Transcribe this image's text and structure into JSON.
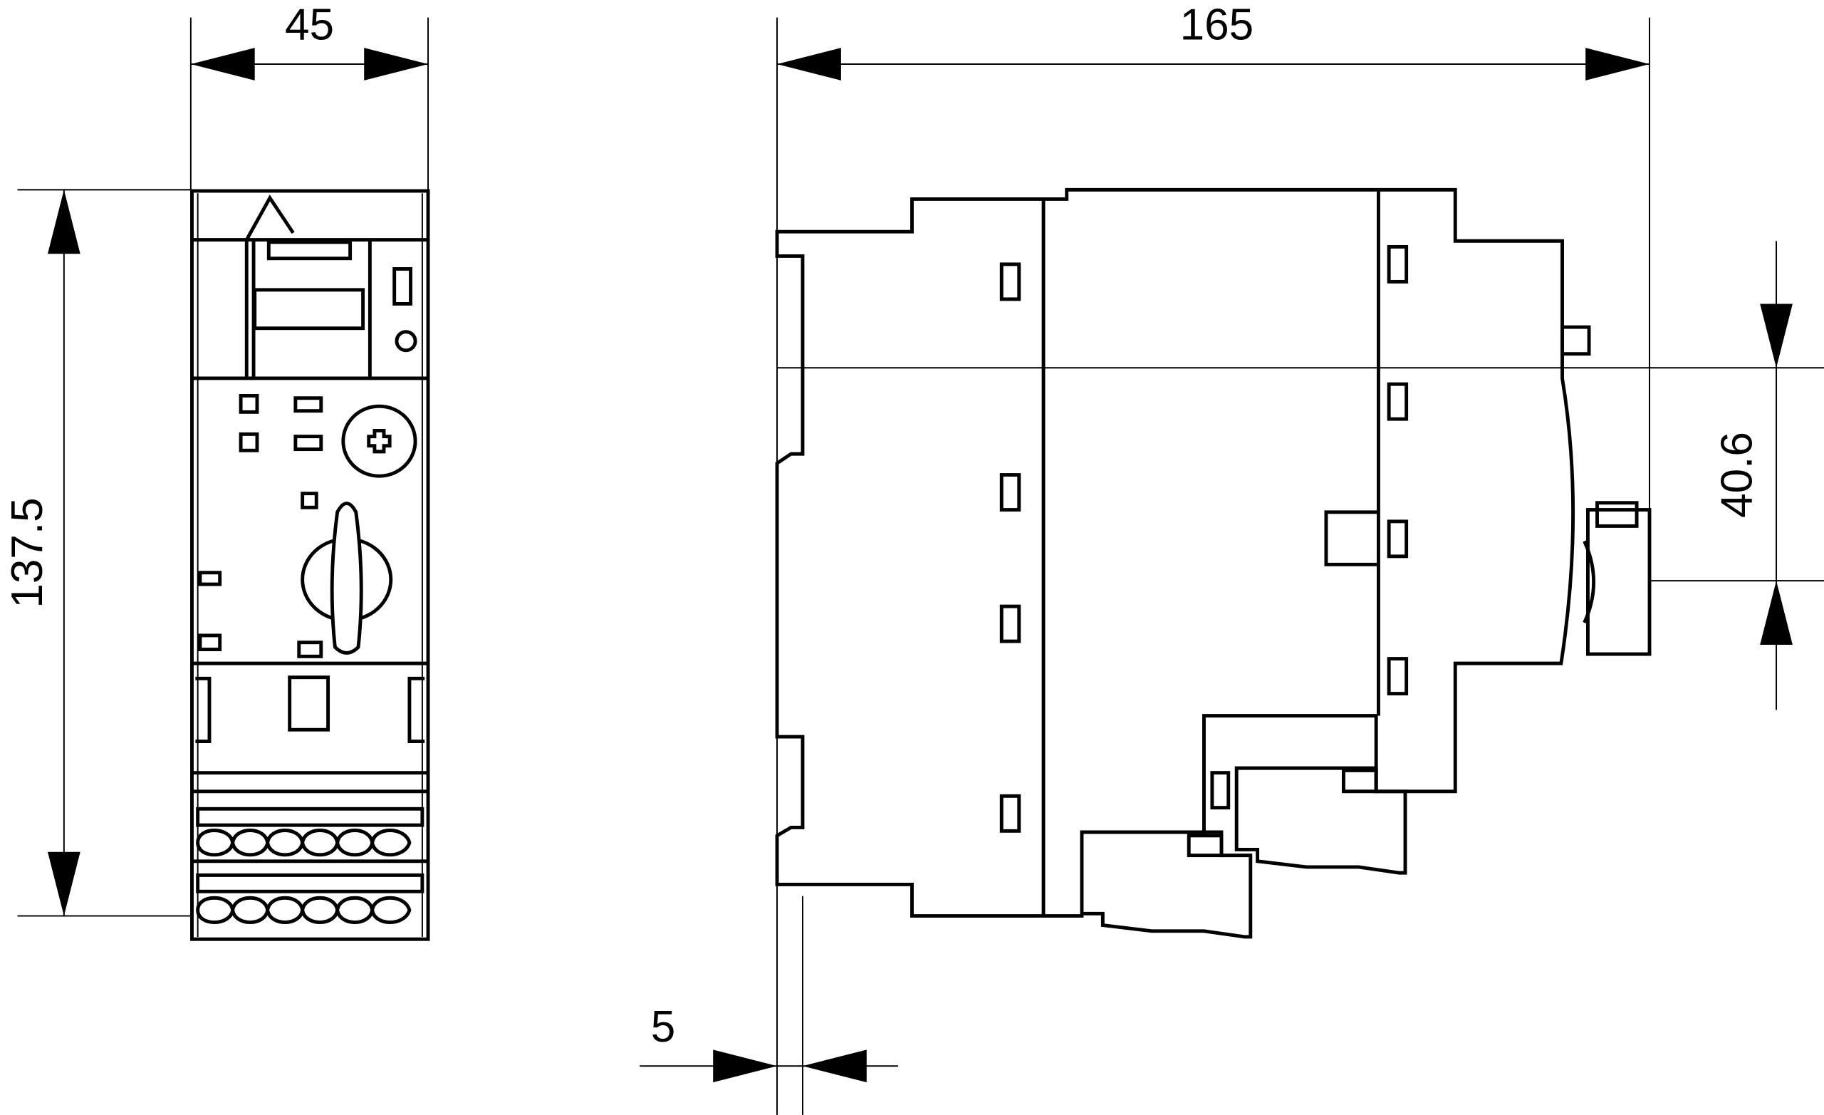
{
  "dimensions": {
    "width_front": "45",
    "depth_side": "165",
    "height": "137.5",
    "rail_offset": "40.6",
    "rail_depth": "5"
  },
  "colors": {
    "line": "#000000",
    "background": "#ffffff"
  }
}
